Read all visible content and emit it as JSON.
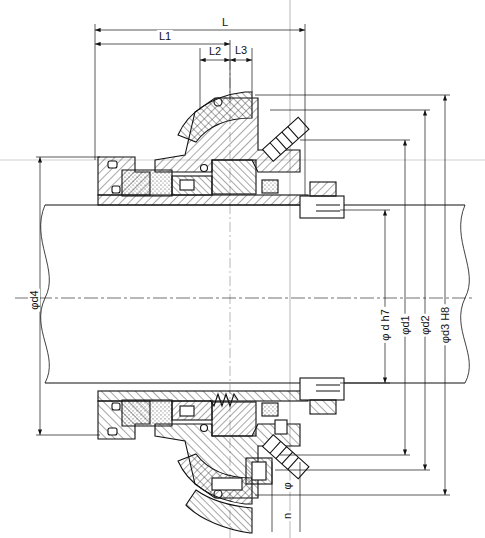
{
  "diagram": {
    "labels": [
      "L",
      "L1",
      "L2",
      "L3",
      "φd4",
      "φ d h7",
      "φd1",
      "φd2",
      "φd3 H8",
      "φ",
      "n"
    ]
  }
}
